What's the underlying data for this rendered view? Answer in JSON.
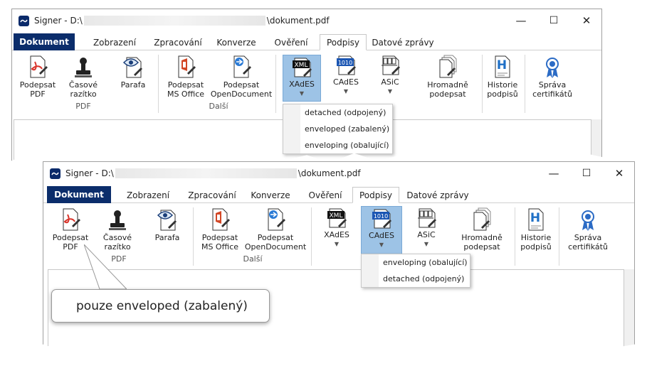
{
  "window1": {
    "title_prefix": "Signer - D:\\",
    "title_suffix": "\\dokument.pdf",
    "tabs": [
      "Dokument",
      "Zobrazení",
      "Zpracování",
      "Konverze",
      "Ověření",
      "Podpisy",
      "Datové zprávy"
    ],
    "active_tab": "Podpisy",
    "ribbon": {
      "pdf_group": {
        "label": "PDF",
        "podepsat_pdf": [
          "Podepsat",
          "PDF"
        ],
        "casove_razitko": [
          "Časové",
          "razítko"
        ],
        "parafa": "Parafa"
      },
      "dalsi_group": {
        "label": "Další",
        "ms_office": [
          "Podepsat",
          "MS Office"
        ],
        "opendocument": [
          "Podepsat",
          "OpenDocument"
        ]
      },
      "xades": "XAdES",
      "cades": "CAdES",
      "asic": "ASiC",
      "hromadne": [
        "Hromadně",
        "podepsat"
      ],
      "historie": [
        "Historie",
        "podpisů"
      ],
      "sprava": [
        "Správa",
        "certifikátů"
      ]
    },
    "dropdown": [
      "detached (odpojený)",
      "enveloped (zabalený)",
      "enveloping (obalující)"
    ]
  },
  "window2": {
    "title_prefix": "Signer - D:\\",
    "title_suffix": "\\dokument.pdf",
    "tabs": [
      "Dokument",
      "Zobrazení",
      "Zpracování",
      "Konverze",
      "Ověření",
      "Podpisy",
      "Datové zprávy"
    ],
    "active_tab": "Podpisy",
    "ribbon": {
      "pdf_group": {
        "label": "PDF",
        "podepsat_pdf": [
          "Podepsat",
          "PDF"
        ],
        "casove_razitko": [
          "Časové",
          "razítko"
        ],
        "parafa": "Parafa"
      },
      "dalsi_group": {
        "label": "Další",
        "ms_office": [
          "Podepsat",
          "MS Office"
        ],
        "opendocument": [
          "Podepsat",
          "OpenDocument"
        ]
      },
      "xades": "XAdES",
      "cades": "CAdES",
      "asic": "ASiC",
      "hromadne": [
        "Hromadně",
        "podepsat"
      ],
      "historie": [
        "Historie",
        "podpisů"
      ],
      "sprava": [
        "Správa",
        "certifikátů"
      ]
    },
    "dropdown": [
      "enveloping (obalující)",
      "detached (odpojený)"
    ]
  },
  "icons": {
    "xml": "XML",
    "n1010": "1010",
    "h": "H"
  },
  "window_buttons": {
    "minimize": "—",
    "maximize": "☐",
    "close": "✕"
  },
  "callout": "pouze enveloped (zabalený)",
  "colors": {
    "doc_tab": "#0b2d6b",
    "selected": "#9dc3e6",
    "pdf_red": "#d9342b",
    "office_red": "#d24726",
    "od_blue": "#2a7ad5",
    "hist_blue": "#1e6fc6",
    "cert_blue": "#2b6bc5"
  }
}
